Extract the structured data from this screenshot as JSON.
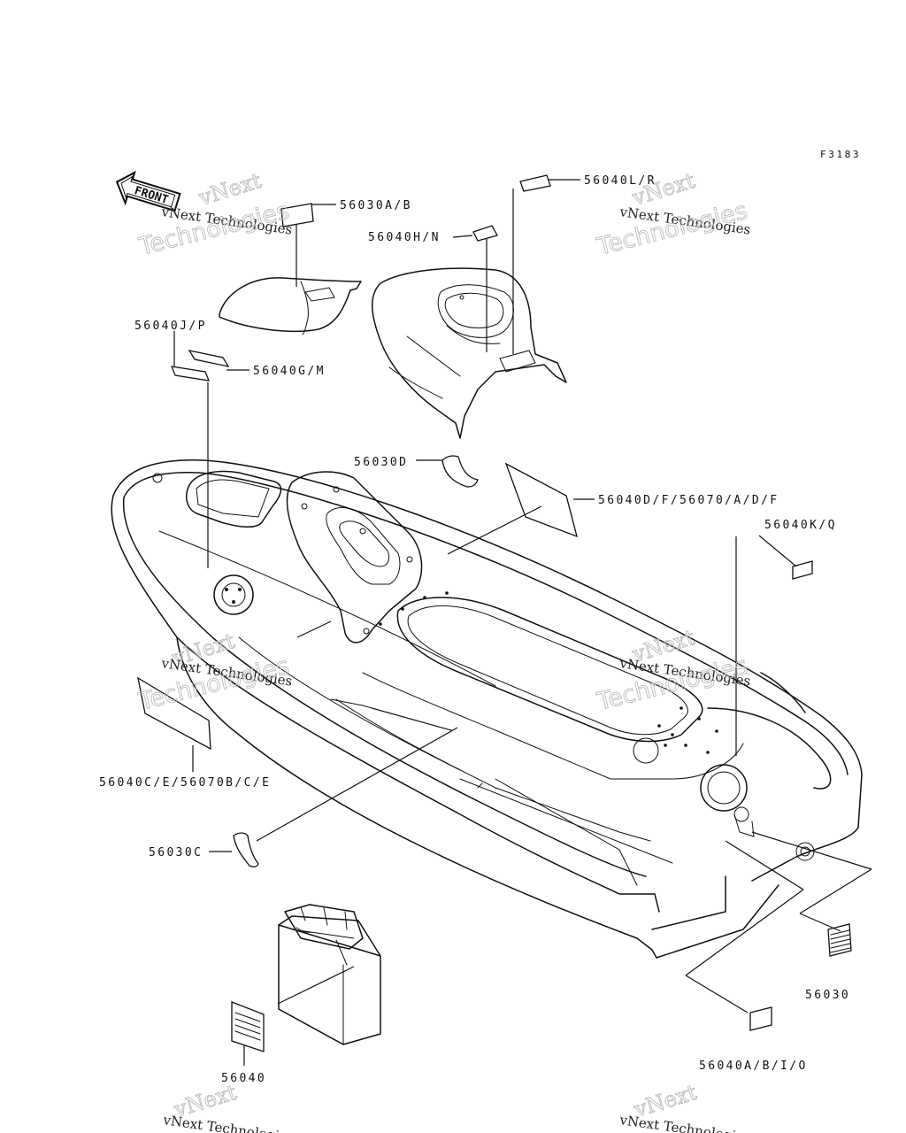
{
  "figure_code": "F3183",
  "front_marker": "FRONT",
  "watermark": {
    "line1": "vNext",
    "line2": "vNext Technologies",
    "line3": "Technologies"
  },
  "callouts": {
    "c_56030AB": "56030A/B",
    "c_56040LR": "56040L/R",
    "c_56040HN": "56040H/N",
    "c_56040JP": "56040J/P",
    "c_56040GM": "56040G/M",
    "c_56030D": "56030D",
    "c_56040DF": "56040D/F/56070/A/D/F",
    "c_56040KQ": "56040K/Q",
    "c_56040CE": "56040C/E/56070B/C/E",
    "c_56030C": "56030C",
    "c_56030": "56030",
    "c_56040ABIO": "56040A/B/I/O",
    "c_56040": "56040"
  }
}
